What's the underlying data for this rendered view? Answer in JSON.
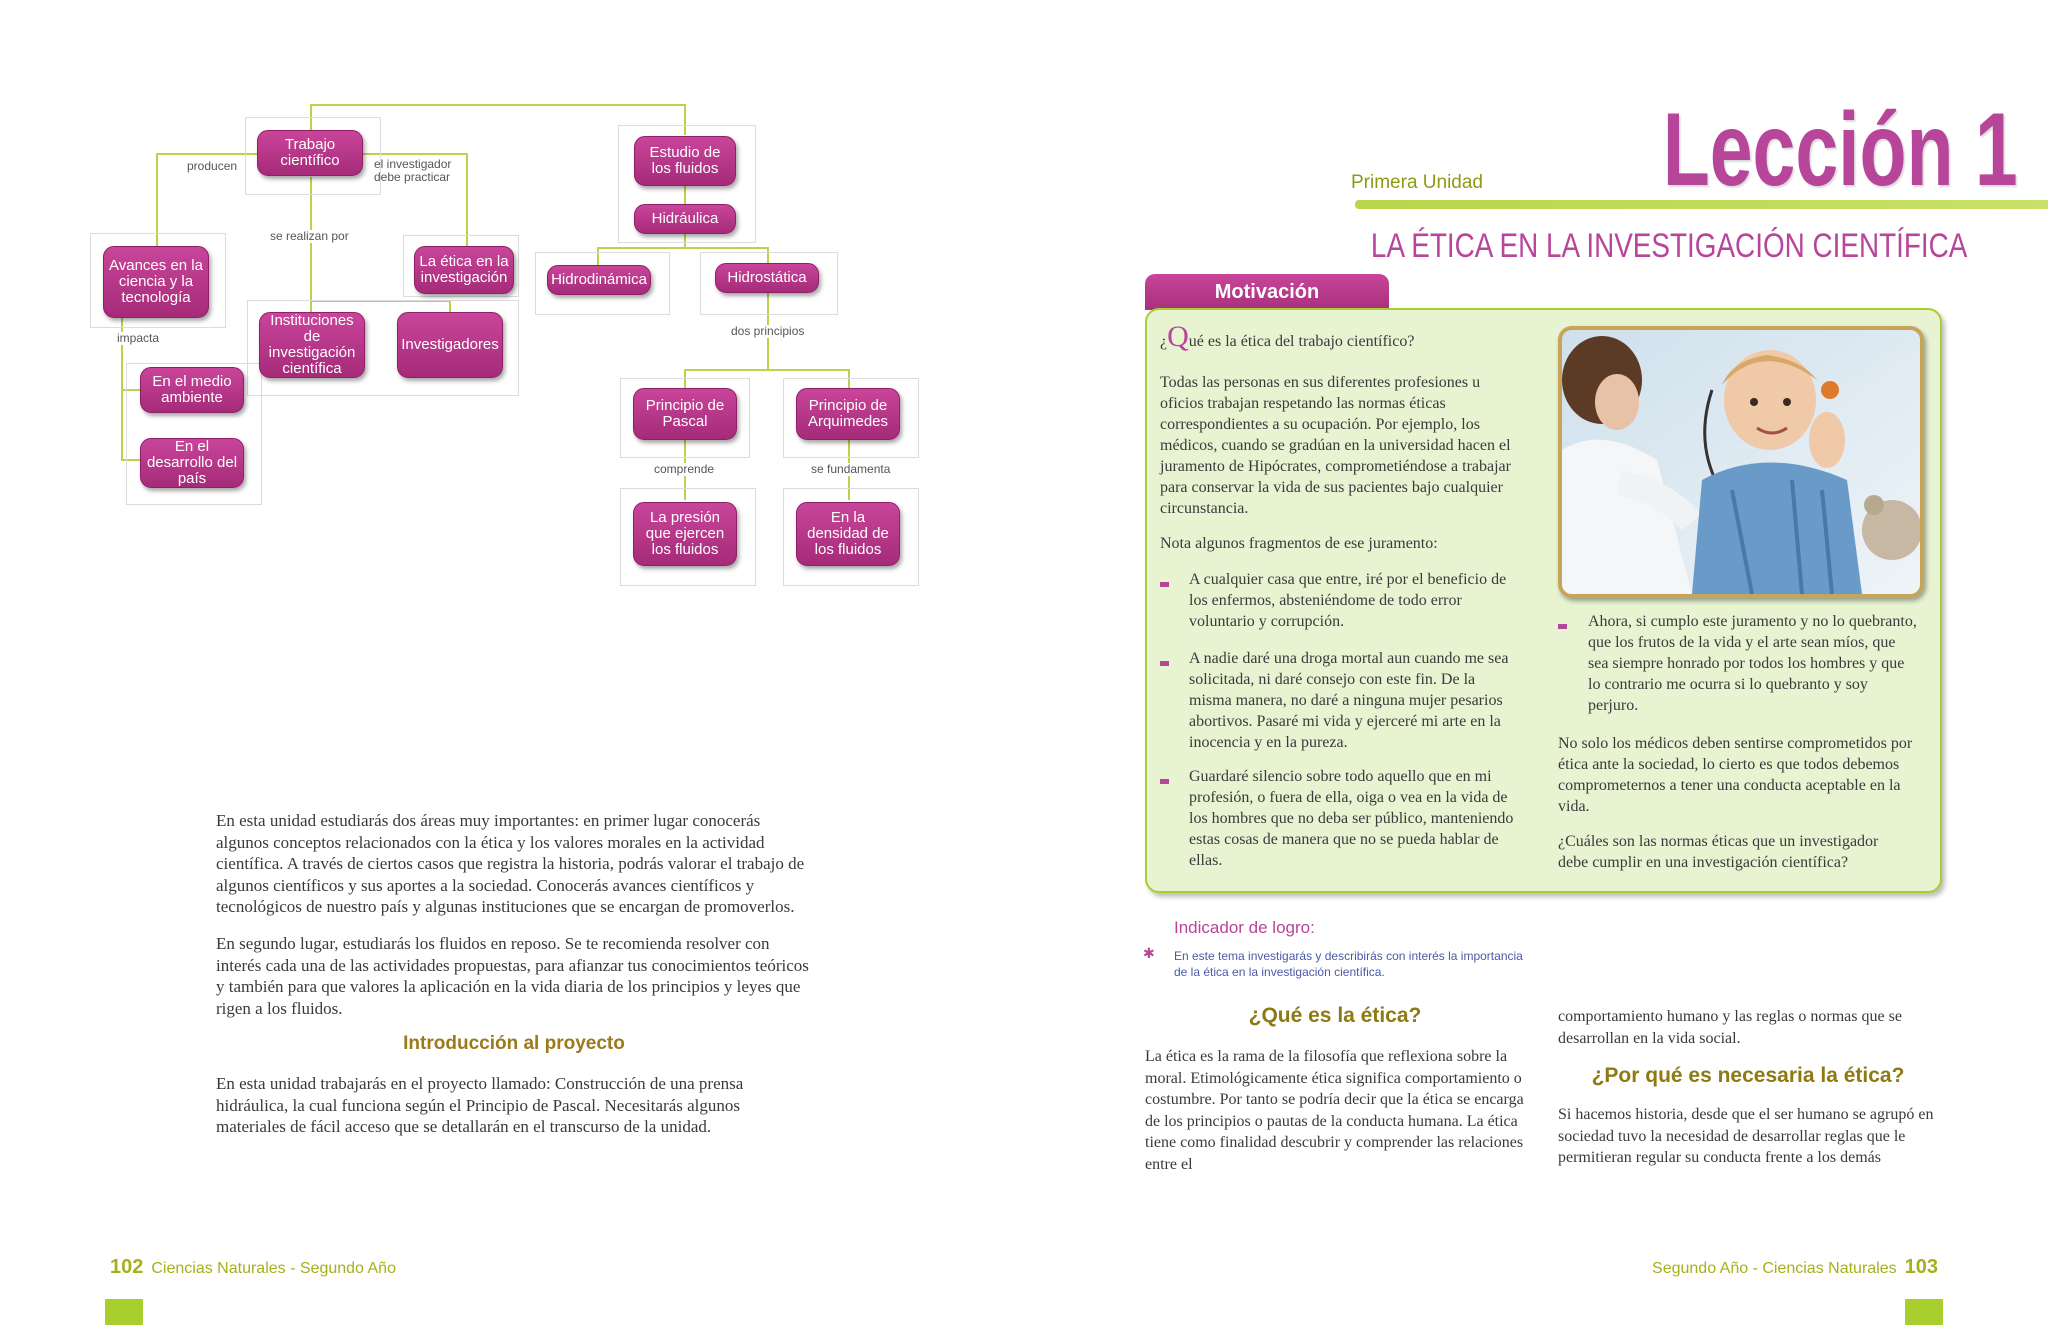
{
  "concept_map": {
    "nodes": {
      "trabajo": "Trabajo científico",
      "estudio": "Estudio de los fluidos",
      "hidraulica": "Hidráulica",
      "avances": "Avances en la ciencia y la tecnología",
      "etica": "La ética en la investigación",
      "hidrodinamica": "Hidrodinámica",
      "hidrostatica": "Hidrostática",
      "instituciones": "Instituciones de investigación científica",
      "investigadores": "Investigadores",
      "medio": "En el medio ambiente",
      "desarrollo": "En el desarrollo del país",
      "pascal": "Principio de Pascal",
      "arquimedes": "Principio de Arquimedes",
      "presion": "La presión que ejercen los fluidos",
      "densidad": "En la densidad de los fluidos"
    },
    "connectors": {
      "producen": "producen",
      "debe1": "el investigador",
      "debe2": "debe practicar",
      "realizan": "se realizan por",
      "impacta": "impacta",
      "principios": "dos principios",
      "comprende": "comprende",
      "fundamenta": "se fundamenta"
    }
  },
  "left_page": {
    "intro_p1": "En esta unidad estudiarás dos áreas muy importantes: en primer lugar conocerás algunos conceptos relacionados con la ética y los valores morales en la actividad científica. A través de ciertos casos que registra la historia, podrás valorar el trabajo de algunos científicos y sus aportes a la sociedad. Conocerás avances científicos y tecnológicos de nuestro país y algunas instituciones que se encargan de promoverlos.",
    "intro_p2": "En segundo lugar, estudiarás los fluidos en reposo. Se te recomienda resolver con interés cada una de las actividades propuestas, para afianzar tus conocimientos teóricos y también para que valores la aplicación en la vida diaria de los principios y leyes que rigen a los fluidos.",
    "project_heading": "Introducción al proyecto",
    "project_text": "En esta unidad trabajarás en el proyecto llamado: Construcción de una prensa hidráulica, la cual funciona según el Principio de Pascal. Necesitarás algunos materiales de fácil acceso que se detallarán en el transcurso de la unidad.",
    "page_number": "102",
    "footer_text": "Ciencias Naturales - Segundo Año"
  },
  "right_page": {
    "unit": "Primera Unidad",
    "lesson": "Lección 1",
    "title": "LA ÉTICA EN LA INVESTIGACIÓN CIENTÍFICA",
    "motivation_tab": "Motivación",
    "question_dropcap": "Q",
    "question_open": "¿",
    "question_rest": "ué es la ética del trabajo científico?",
    "mot_p1": "Todas las personas en sus diferentes profesiones u oficios trabajan respetando las normas éticas correspondientes a su ocupación. Por ejemplo, los médicos, cuando se gradúan en la universidad hacen el juramento de Hipócrates, comprometiéndose a trabajar para conservar la vida de sus pacientes bajo cualquier circunstancia.",
    "mot_p2": "Nota algunos fragmentos de ese juramento:",
    "oath_1": "A cualquier casa que entre, iré por el beneficio de los enfermos, absteniéndome de todo error voluntario y corrupción.",
    "oath_2": "A nadie daré una droga mortal aun cuando me sea solicitada, ni daré consejo con este fin. De la misma manera, no daré a ninguna mujer pesarios abortivos. Pasaré mi vida y ejerceré mi arte en la inocencia y en la pureza.",
    "oath_3": "Guardaré silencio sobre todo aquello que en mi profesión, o fuera de ella, oiga o vea en la vida de los hombres que no deba ser público, manteniendo estas cosas de manera que no se pueda hablar de ellas.",
    "oath_4": "Ahora, si cumplo este juramento y no lo quebranto, que los frutos de la vida y el arte sean míos, que sea siempre honrado por todos los hombres y que lo contrario me ocurra si lo quebranto y soy perjuro.",
    "mot_p3": "No solo los médicos deben sentirse comprometidos por ética ante la sociedad, lo cierto es que todos debemos comprometernos a tener una conducta aceptable en la vida.",
    "mot_p4": "¿Cuáles son las normas éticas que un investigador debe cumplir en una investigación científica?",
    "indicator_label": "Indicador de logro:",
    "indicator_text": "En este tema investigarás y describirás con interés la importancia de la ética en la investigación científica.",
    "q1_heading": "¿Qué es la ética?",
    "q1_text": "La ética es la rama de la filosofía que reflexiona sobre la moral. Etimológicamente ética significa comportamiento o costumbre. Por tanto se podría decir que la ética se encarga de los principios o pautas de la conducta humana. La ética tiene como finalidad descubrir y comprender las relaciones entre el",
    "col2_text": "comportamiento humano y las reglas o normas que se desarrollan en la vida social.",
    "q2_heading": "¿Por qué es necesaria la ética?",
    "q2_text": "Si hacemos historia, desde que el ser humano se agrupó en sociedad tuvo la necesidad de desarrollar reglas que le permitieran regular su conducta frente a los demás",
    "page_number": "103",
    "footer_text": "Segundo Año - Ciencias Naturales"
  },
  "colors": {
    "magenta": "#b7459a",
    "lime": "#a8cf2d",
    "olive": "#a6b01a",
    "box_bg": "#e8f3d2"
  }
}
